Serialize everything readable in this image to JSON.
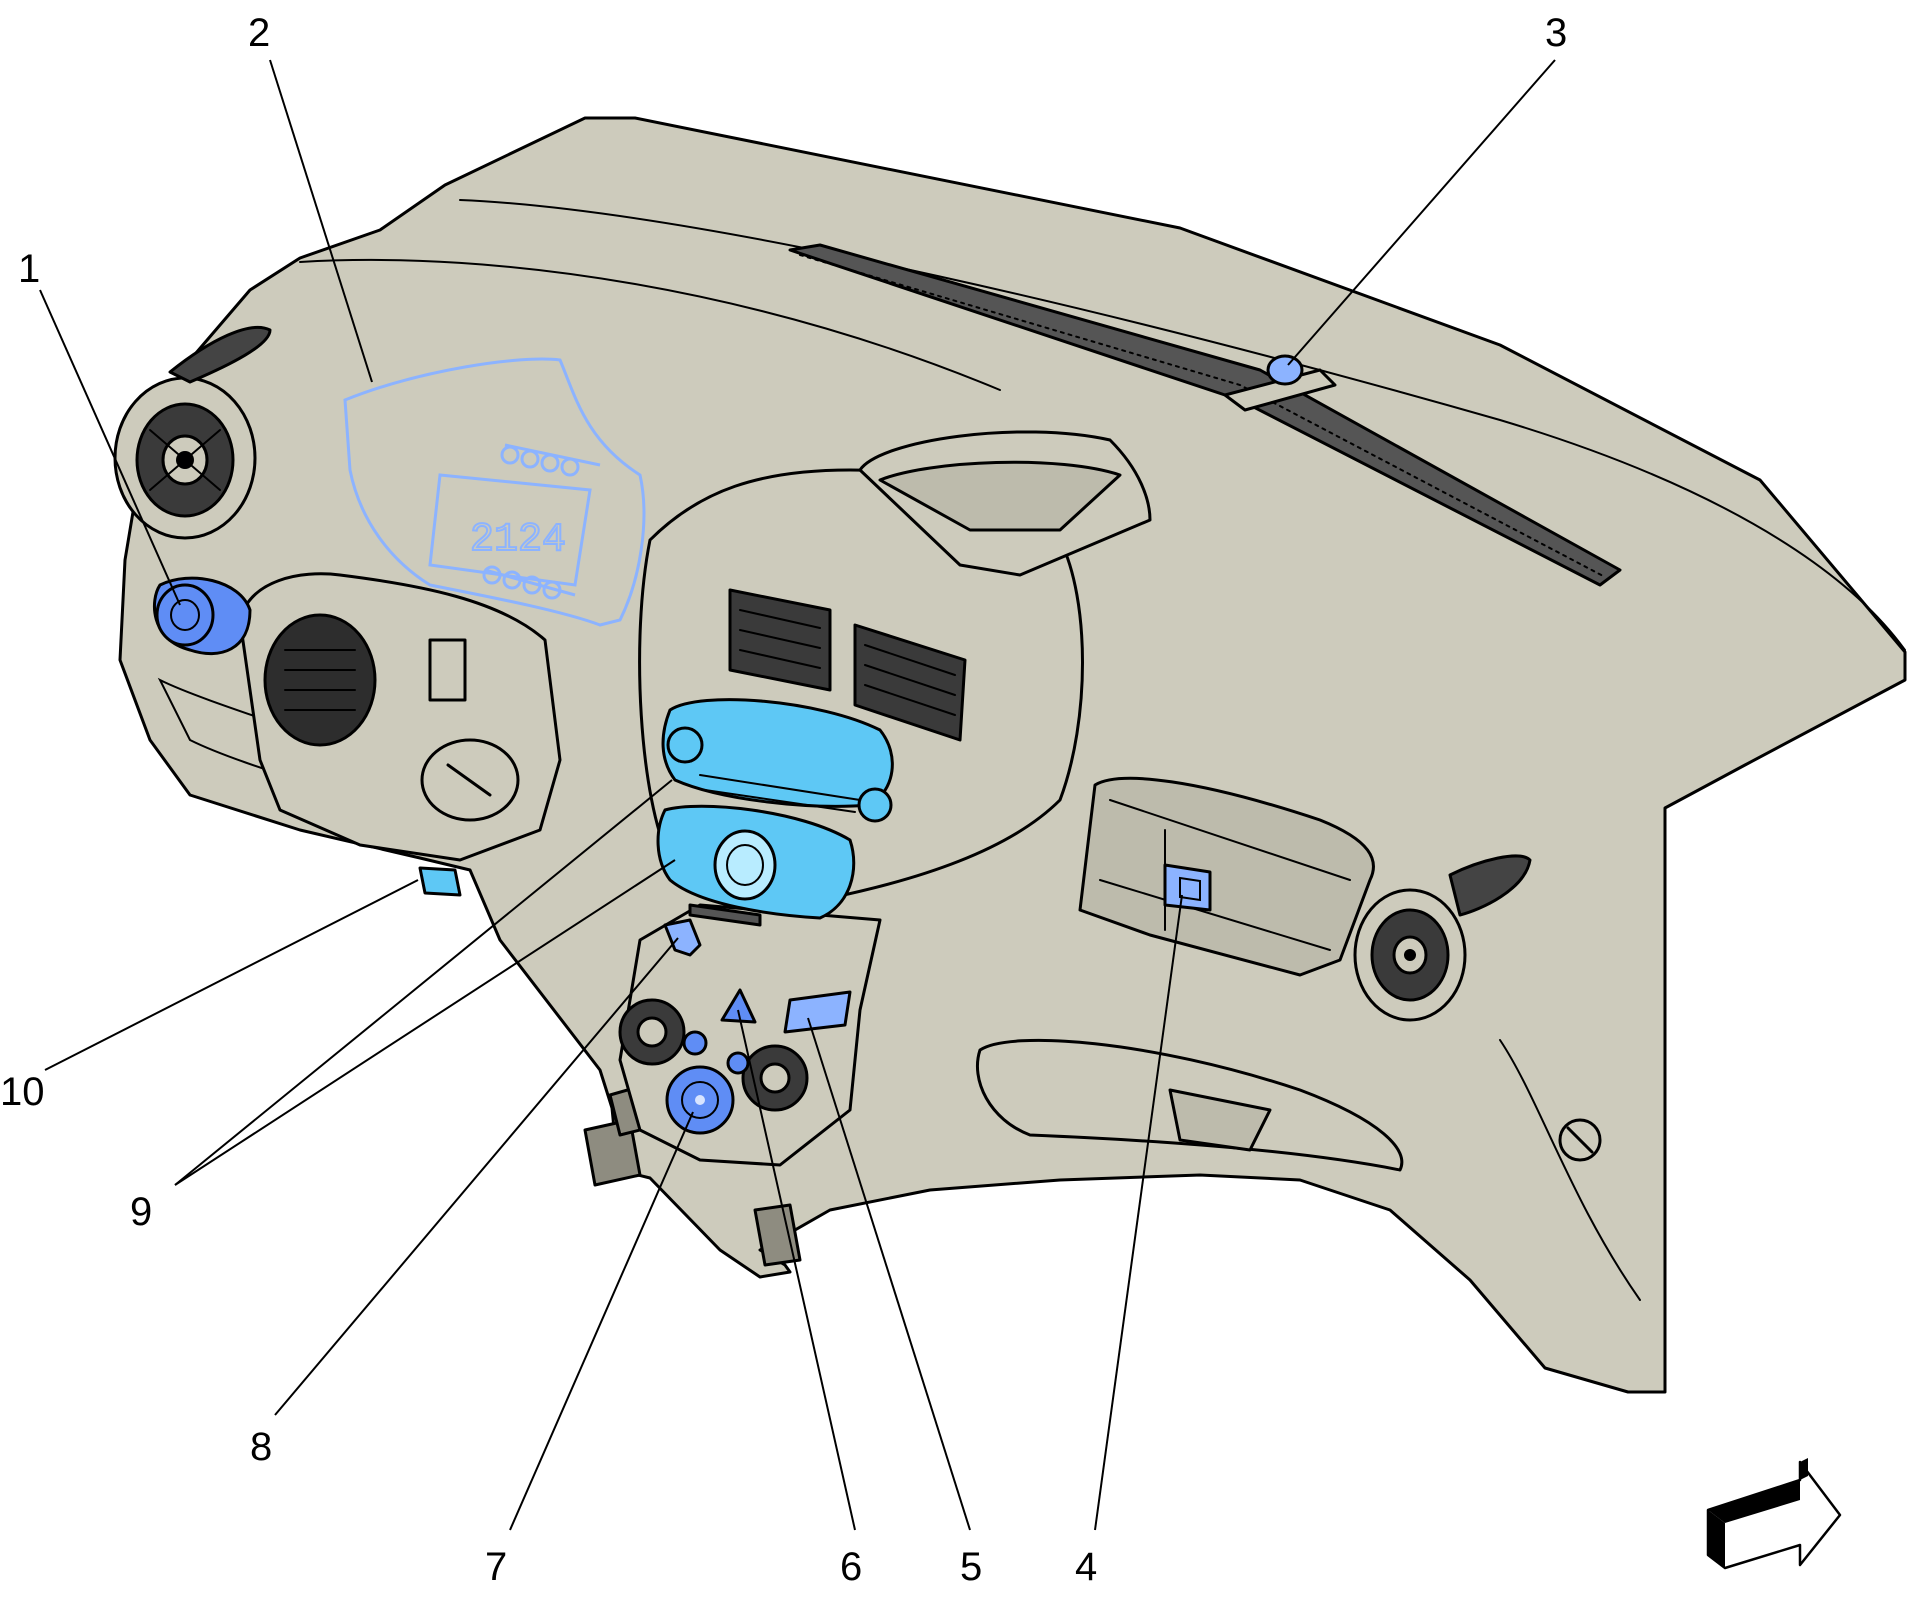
{
  "diagram": {
    "colors": {
      "panel": "#cdcbbc",
      "highlight_light": "#8cb3ff",
      "highlight_blue": "#5f8df5",
      "highlight_cyan": "#5ec8f5",
      "line": "#000000"
    },
    "callouts": [
      {
        "id": 1,
        "label": "1"
      },
      {
        "id": 2,
        "label": "2"
      },
      {
        "id": 3,
        "label": "3"
      },
      {
        "id": 4,
        "label": "4"
      },
      {
        "id": 5,
        "label": "5"
      },
      {
        "id": 6,
        "label": "6"
      },
      {
        "id": 7,
        "label": "7"
      },
      {
        "id": 8,
        "label": "8"
      },
      {
        "id": 9,
        "label": "9"
      },
      {
        "id": 10,
        "label": "10"
      }
    ],
    "orientation_icon": "front-of-vehicle-arrow-icon"
  }
}
